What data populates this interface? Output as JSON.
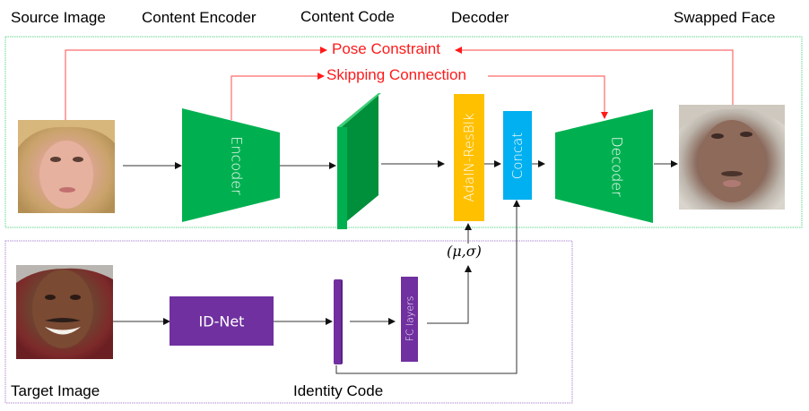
{
  "headers": {
    "source_image": "Source Image",
    "content_encoder": "Content Encoder",
    "content_code": "Content Code",
    "decoder": "Decoder",
    "swapped_face": "Swapped Face",
    "target_image": "Target Image",
    "identity_code": "Identity Code"
  },
  "connections": {
    "pose_constraint": "Pose Constraint",
    "skipping_connection": "Skipping Connection",
    "adain_params": "(μ,σ)"
  },
  "blocks": {
    "encoder": "Encoder",
    "adain_resblk": "AdaIN-ResBlk",
    "concat": "Concat",
    "decoder": "Decoder",
    "id_net": "ID-Net",
    "fc_layers": "FC layers"
  },
  "images": {
    "source_face": "blonde child face",
    "swapped_face": "swapped result face",
    "target_face": "smiling man with mustache"
  },
  "colors": {
    "green_block": "#00b050",
    "green_dark": "#008f3a",
    "adain": "#ffc000",
    "concat": "#00b0f0",
    "purple": "#7030a0",
    "red_line": "#ff4d4d",
    "red_text": "#ff1a1a",
    "green_border": "#66d68f",
    "purple_border": "#b08ad6"
  }
}
